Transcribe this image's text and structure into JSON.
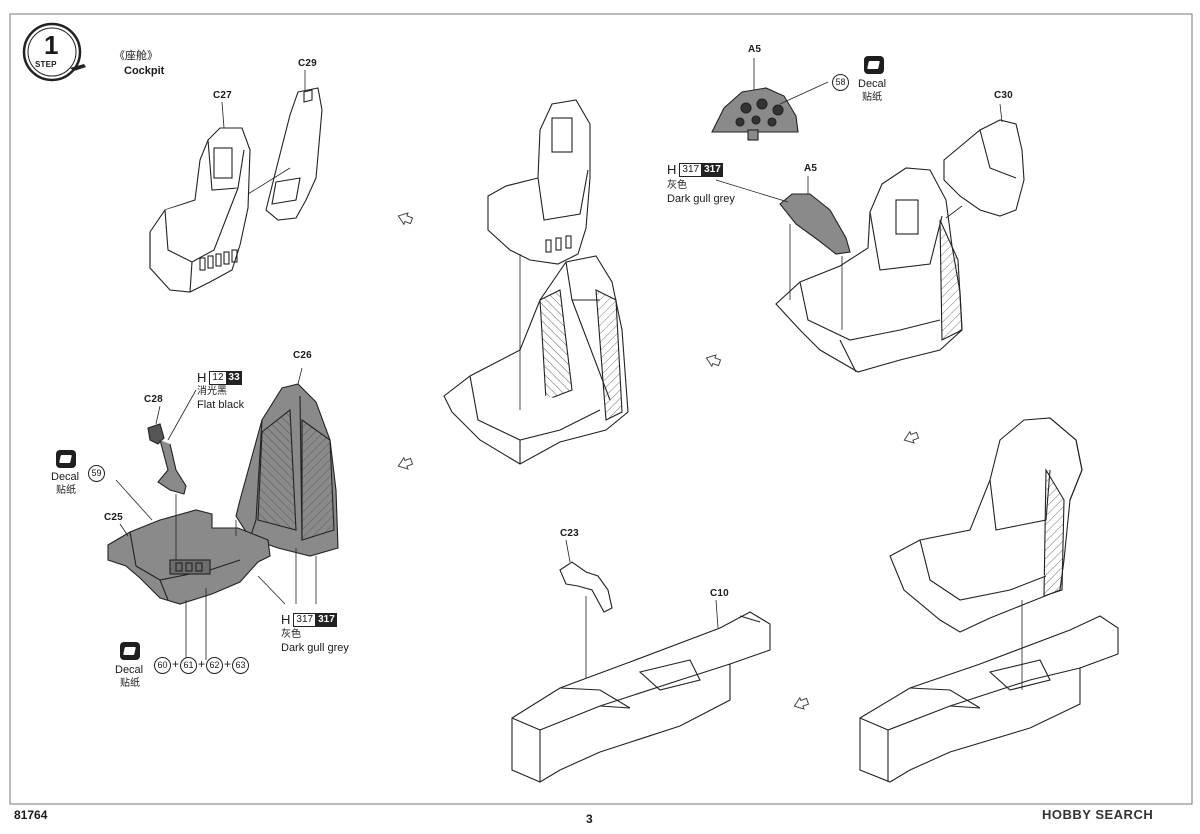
{
  "step": {
    "number": "1",
    "label": "STEP"
  },
  "section": {
    "title_cn": "《座舱》",
    "title_en": "Cockpit"
  },
  "parts": {
    "c27": "C27",
    "c29": "C29",
    "c26": "C26",
    "c28": "C28",
    "c25": "C25",
    "a5_top": "A5",
    "a5_mid": "A5",
    "c30": "C30",
    "c23": "C23",
    "c10": "C10"
  },
  "paint": {
    "flat_black": {
      "prefix": "H",
      "code1": "12",
      "code2": "33",
      "name_cn": "消光黑",
      "name_en": "Flat black"
    },
    "dark_gull_grey_left": {
      "prefix": "H",
      "code1": "317",
      "code2": "317",
      "name_cn": "灰色",
      "name_en": "Dark gull grey"
    },
    "dark_gull_grey_right": {
      "prefix": "H",
      "code1": "317",
      "code2": "317",
      "name_cn": "灰色",
      "name_en": "Dark gull grey"
    }
  },
  "decals": {
    "d59": {
      "label_en": "Decal",
      "label_cn": "贴纸",
      "number": "59"
    },
    "d58": {
      "label_en": "Decal",
      "label_cn": "贴纸",
      "number": "58"
    },
    "d60_63": {
      "label_en": "Decal",
      "label_cn": "贴纸",
      "numbers": [
        "60",
        "61",
        "62",
        "63"
      ],
      "plus": "+"
    }
  },
  "footer": {
    "kit_number": "81764",
    "page_number": "3",
    "watermark": "HOBBY SEARCH"
  },
  "icons": {
    "decal": "decal-icon",
    "arrow": "arrow-icon",
    "step_badge": "step-badge-icon"
  }
}
